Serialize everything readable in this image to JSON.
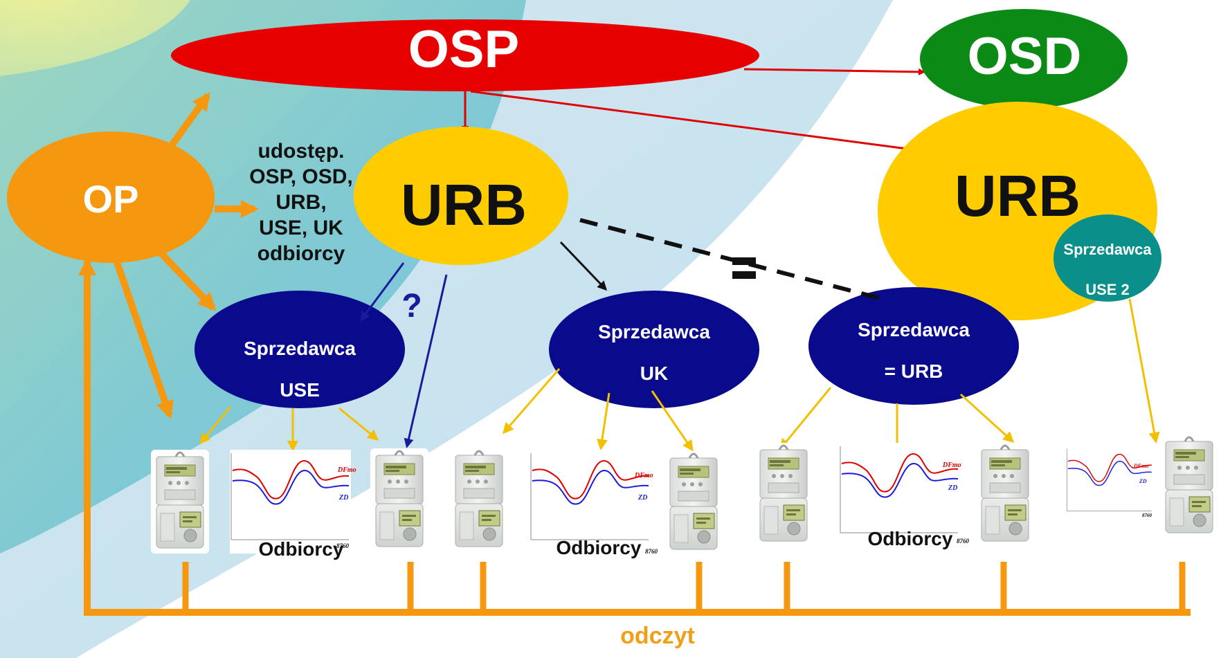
{
  "nodes": {
    "osp": "OSP",
    "osd": "OSD",
    "op": "OP",
    "urb_main": "URB",
    "urb_right": "URB",
    "shared_with": [
      "udostęp.",
      "OSP, OSD,",
      "URB,",
      "USE, UK",
      "odbiorcy"
    ],
    "seller_use": [
      "Sprzedawca",
      "USE"
    ],
    "seller_uk": [
      "Sprzedawca",
      "UK"
    ],
    "seller_urb": [
      "Sprzedawca",
      "= URB"
    ],
    "seller_use2": [
      "Sprzedawca",
      "USE 2"
    ],
    "question": "?"
  },
  "groups": {
    "consumers_1": "Odbiorcy",
    "consumers_2": "Odbiorcy",
    "consumers_3": "Odbiorcy"
  },
  "bus_label": "odczyt",
  "chart_labels": {
    "tick": "8760",
    "curve_red": "DFmo",
    "curve_blue": "ZD"
  },
  "colors": {
    "osp": "#e60000",
    "osd": "#0b8a16",
    "op": "#f5980f",
    "urb": "#ffcc00",
    "seller": "#0a0a8c",
    "seller_use2": "#0b8f8a",
    "arrow_red": "#e00000",
    "arrow_orange": "#f5980f",
    "arrow_yellow": "#f2c000",
    "arrow_blue": "#1a1a9a"
  }
}
